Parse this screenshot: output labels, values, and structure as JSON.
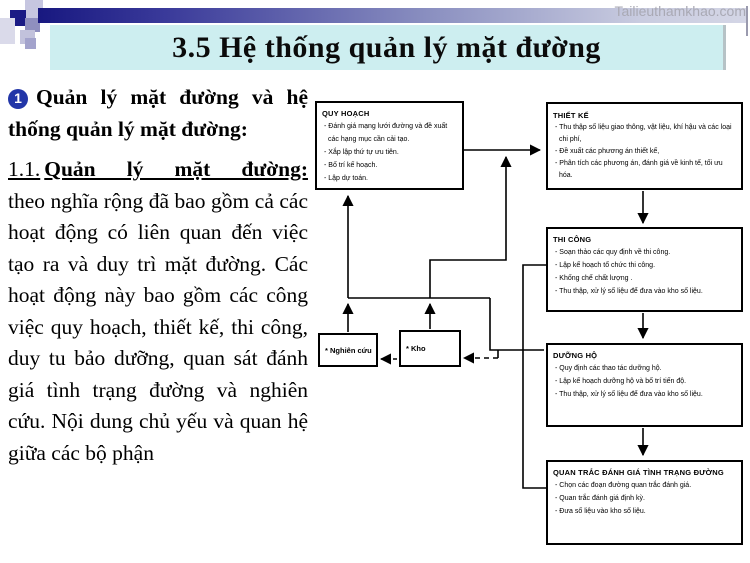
{
  "watermark": "Tailieuthamkhao.com",
  "title": "3.5 Hệ thống quản lý mặt đường",
  "body": {
    "heading_bullet": "1",
    "heading": "Quản lý mặt đường và hệ thống quản lý mặt đường:",
    "sub_number": "1.1.",
    "sub_heading": "Quản lý mặt đường:",
    "paragraph": "theo nghĩa rộng đã bao gồm cả các hoạt động có liên quan đến việc tạo ra và duy trì mặt đường. Các hoạt động này bao gồm các công việc quy hoạch, thiết kế, thi công, duy tu bảo dưỡng, quan sát đánh giá tình trạng đường và nghiên cứu. Nội dung chủ yếu và quan hệ giữa các bộ phận"
  },
  "flowchart": {
    "boxes": [
      {
        "title": "QUY HOẠCH",
        "items": [
          "- Đánh giá mạng lưới đường và đề xuất các hạng mục cần cải tạo.",
          "- Xắp lập thứ tự ưu tiên.",
          "- Bố trí kế hoạch.",
          "- Lập dự toán."
        ]
      },
      {
        "title": "THIẾT KẾ",
        "items": [
          "- Thu thập số liệu giao thông, vật liệu, khí hậu và các loại chi phí,",
          "- Đề xuất các phương án thiết kế,",
          "- Phân tích các phương án, đánh giá về kinh tế, tối ưu hóa."
        ]
      },
      {
        "title": "THI CÔNG",
        "items": [
          "- Soạn thảo các quy định về thi công.",
          "- Lập kế hoạch tổ chức thi công.",
          "- Khống chế chất lượng .",
          "- Thu thập, xử lý số liệu để đưa vào kho số liệu."
        ]
      },
      {
        "title": "DƯỠNG HỘ",
        "items": [
          "- Quy định các thao tác dưỡng hộ.",
          "- Lập kế hoạch dưỡng hộ và bố trí tiến độ.",
          "- Thu thập, xử lý số liệu để đưa vào kho số liệu."
        ]
      },
      {
        "title": "QUAN TRẮC ĐÁNH GIÁ TÌNH TRẠNG ĐƯỜNG",
        "items": [
          "- Chọn các đoạn đường quan trắc đánh giá.",
          "- Quan trắc đánh giá định kỳ.",
          "- Đưa số liệu vào kho số liệu."
        ]
      }
    ],
    "nodes": [
      {
        "label": "* Nghiên cứu"
      },
      {
        "label": "* Kho"
      }
    ]
  },
  "colors": {
    "accent_navy": "#1a1a85",
    "bar_start": "#181880",
    "bar_end": "#c9cce0",
    "title_band_bg": "#cdeef0",
    "watermark_gray": "#a9a9b4",
    "bullet_blue": "#2236a8"
  }
}
